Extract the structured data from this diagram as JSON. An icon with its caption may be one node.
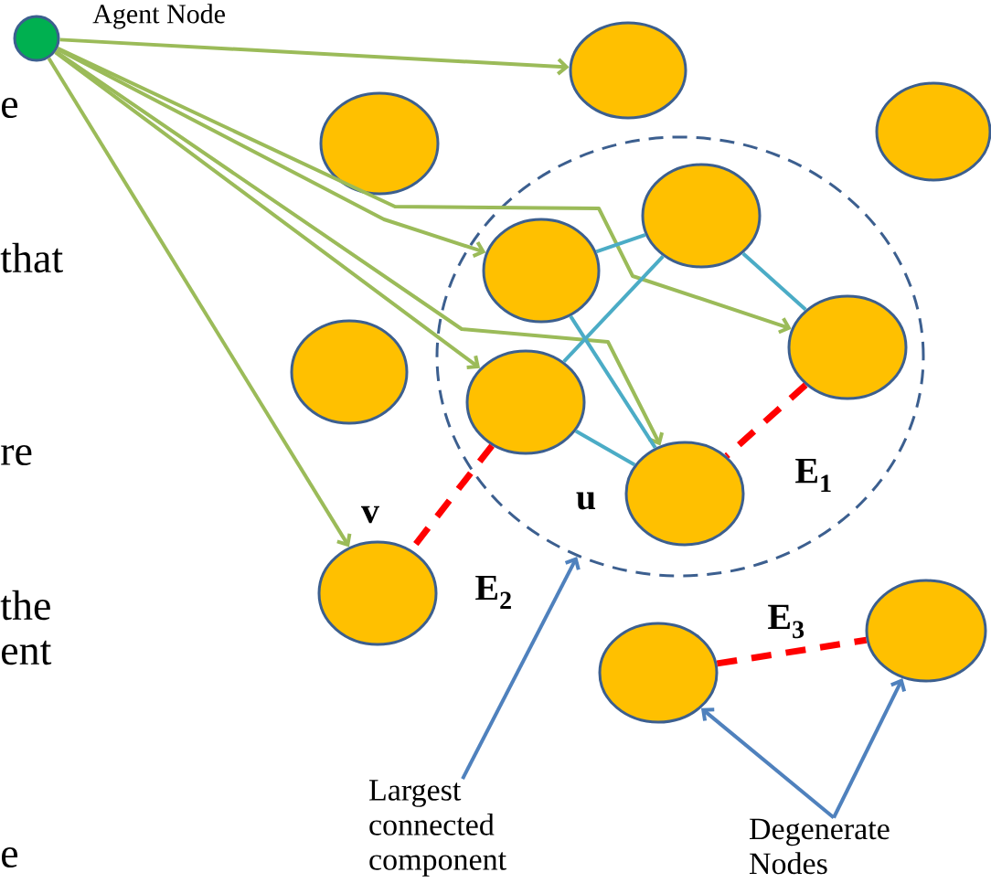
{
  "diagram": {
    "nodes": [
      {
        "text": [],
        "shape": "circle",
        "beside": [
          "Agent Node"
        ]
      },
      {
        "text": [],
        "shape": "circle"
      },
      {
        "text": [],
        "shape": "circle"
      },
      {
        "text": [],
        "shape": "circle"
      },
      {
        "text": [],
        "shape": "circle"
      },
      {
        "text": [],
        "shape": "circle",
        "in": 4
      },
      {
        "text": [],
        "shape": "circle",
        "in": 4
      },
      {
        "text": [],
        "shape": "circle",
        "in": 4
      },
      {
        "text": [],
        "shape": "circle",
        "in": 4
      },
      {
        "text": [],
        "shape": "circle",
        "in": 4,
        "beside": [
          "u"
        ]
      },
      {
        "text": [],
        "shape": "circle"
      },
      {
        "text": [],
        "shape": "circle",
        "beside": [
          "v"
        ]
      },
      {
        "text": [],
        "shape": "circle"
      },
      {
        "text": [],
        "shape": "circle"
      },
      {
        "text": [
          "Largest connected component"
        ]
      },
      {
        "text": [
          "Degenerate Nodes"
        ]
      }
    ],
    "edges": [
      {
        "from": 0,
        "to": 1,
        "arrow": "to"
      },
      {
        "from": 0,
        "to": 7,
        "arrow": "to"
      },
      {
        "from": 0,
        "to": 5,
        "arrow": "to"
      },
      {
        "from": 0,
        "to": 8,
        "arrow": "to"
      },
      {
        "from": 0,
        "to": 9,
        "arrow": "to"
      },
      {
        "from": 0,
        "to": 11,
        "arrow": "to"
      },
      {
        "from": 5,
        "to": 6,
        "arrow": "none",
        "color": "#4bacc6"
      },
      {
        "from": 5,
        "to": 9,
        "arrow": "none",
        "color": "#4bacc6"
      },
      {
        "from": 8,
        "to": 6,
        "arrow": "none",
        "color": "#4bacc6"
      },
      {
        "from": 6,
        "to": 7,
        "arrow": "none",
        "color": "#4bacc6"
      },
      {
        "from": 8,
        "to": 9,
        "arrow": "none",
        "color": "#4bacc6"
      },
      {
        "from": 7,
        "to": 9,
        "arrow": "none",
        "style": "dashed",
        "color": "#ff0000",
        "label": "E$_{1}$"
      },
      {
        "from": 8,
        "to": 11,
        "arrow": "none",
        "style": "dashed",
        "color": "#ff0000",
        "label": "E$_{2}$"
      },
      {
        "from": 12,
        "to": 13,
        "arrow": "none",
        "style": "dashed",
        "color": "#ff0000",
        "label": "E$_{3}$"
      },
      {
        "from": 14,
        "to": 4,
        "arrow": "to",
        "color": "#4f81bd"
      },
      {
        "from": 15,
        "to": 12,
        "arrow": "to",
        "color": "#4f81bd"
      },
      {
        "from": 15,
        "to": 13,
        "arrow": "to",
        "color": "#4f81bd"
      }
    ],
    "labels": [
      "e",
      "that",
      "re",
      "the",
      "ent",
      "e"
    ]
  }
}
